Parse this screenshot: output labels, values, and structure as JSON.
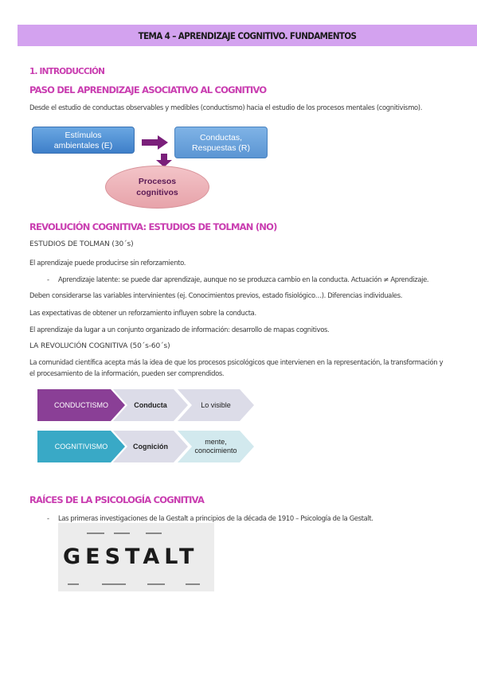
{
  "header": {
    "title": "TEMA 4 – APRENDIZAJE COGNITIVO. FUNDAMENTOS"
  },
  "section1": {
    "heading": "1. INTRODUCCIÓN",
    "subheading": "PASO DEL APRENDIZAJE ASOCIATIVO AL COGNITIVO",
    "text": "Desde el estudio de conductas observables y medibles (conductismo) hacia el estudio de los procesos mentales (cognitivismo).",
    "diagram": {
      "box_left": "Estímulos ambientales (E)",
      "box_right": "Conductas, Respuestas (R)",
      "ellipse": "Procesos cognitivos"
    }
  },
  "section2": {
    "heading": "REVOLUCIÓN COGNITIVA: ESTUDIOS DE TOLMAN (NO)",
    "line1": "ESTUDIOS DE TOLMAN (30´s)",
    "line2": "El aprendizaje puede producirse sin reforzamiento.",
    "bullet1": "Aprendizaje latente: se puede dar aprendizaje, aunque no se produzca cambio en la conducta. Actuación ≠ Aprendizaje.",
    "line3": "Deben considerarse las variables intervinientes (ej. Conocimientos previos, estado fisiológico…). Diferencias individuales.",
    "line4": "Las expectativas de obtener un reforzamiento influyen sobre la conducta.",
    "line5": "El aprendizaje da lugar a un conjunto organizado de información: desarrollo de mapas cognitivos.",
    "line6": "LA REVOLUCIÓN COGNITIVA (50´s-60´s)",
    "para": "La comunidad científica acepta más la idea de que los procesos psicológicos que intervienen en la representación, la transformación y el procesamiento de la información, pueden ser comprendidos.",
    "chevrons_row1": [
      "CONDUCTISMO",
      "Conducta",
      "Lo visible"
    ],
    "chevrons_row2": [
      "COGNITIVISMO",
      "Cognición",
      "mente, conocimiento"
    ]
  },
  "section3": {
    "heading": "RAÍCES DE LA PSICOLOGÍA COGNITIVA",
    "bullet1": "Las primeras investigaciones de la Gestalt a principios de la década de 1910 – Psicología de la Gestalt.",
    "image_letters": "GESTALT"
  },
  "colors": {
    "banner": "#d3a2ef",
    "heading": "#c93db0",
    "arrow": "#7a1f7a"
  }
}
